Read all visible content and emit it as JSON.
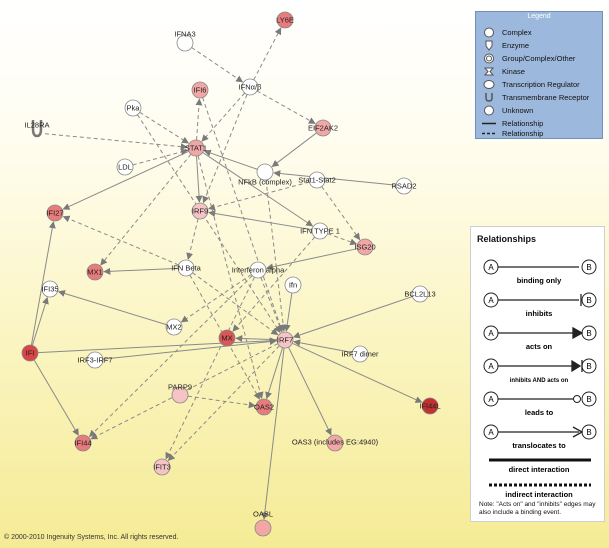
{
  "nodes": [
    {
      "id": "IFNA3",
      "label": "IFNA3",
      "shape": "circle",
      "fill": "#ffffff"
    },
    {
      "id": "LY6E",
      "label": "LY6E",
      "shape": "circle",
      "fill": "#e87b7b"
    },
    {
      "id": "IFI6",
      "label": "IFI6",
      "shape": "circle",
      "fill": "#f2a7a7"
    },
    {
      "id": "IFNa3",
      "label": "IFNα/β",
      "shape": "circle",
      "fill": "#ffffff"
    },
    {
      "id": "Pka",
      "label": "Pka",
      "shape": "circle",
      "fill": "#ffffff"
    },
    {
      "id": "IL28RA",
      "label": "IL28RA",
      "shape": "receptor",
      "fill": "#ffffff"
    },
    {
      "id": "STAT1",
      "label": "STAT1",
      "shape": "circle",
      "fill": "#f2a7a7"
    },
    {
      "id": "EIF2AK2",
      "label": "EIF2AK2",
      "shape": "circle",
      "fill": "#f2a7a7"
    },
    {
      "id": "LDL",
      "label": "LDL",
      "shape": "circle",
      "fill": "#ffffff"
    },
    {
      "id": "NFKB",
      "label": "NFkB (complex)",
      "shape": "circle",
      "fill": "#ffffff"
    },
    {
      "id": "STAT12",
      "label": "Stat1-Stat2",
      "shape": "circle",
      "fill": "#ffffff"
    },
    {
      "id": "RSAD2",
      "label": "RSAD2",
      "shape": "circle",
      "fill": "#ffffff"
    },
    {
      "id": "IFI27",
      "label": "IFI27",
      "shape": "circle",
      "fill": "#e87b7b"
    },
    {
      "id": "IRF9",
      "label": "IRF9",
      "shape": "circle",
      "fill": "#f6c4c4"
    },
    {
      "id": "IFNT1",
      "label": "IFN TYPE 1",
      "shape": "circle",
      "fill": "#ffffff"
    },
    {
      "id": "ISG20",
      "label": "ISG20",
      "shape": "circle",
      "fill": "#f2a7a7"
    },
    {
      "id": "MX1",
      "label": "MX1",
      "shape": "circle",
      "fill": "#e87b7b"
    },
    {
      "id": "IFNB",
      "label": "IFN Beta",
      "shape": "circle",
      "fill": "#ffffff"
    },
    {
      "id": "IFNA",
      "label": "Interferon alpha",
      "shape": "circle",
      "fill": "#ffffff"
    },
    {
      "id": "IFI35",
      "label": "IFI35",
      "shape": "circle",
      "fill": "#ffffff"
    },
    {
      "id": "Ifn",
      "label": "Ifn",
      "shape": "circle",
      "fill": "#ffffff"
    },
    {
      "id": "BCL2L13",
      "label": "BCL2L13",
      "shape": "circle",
      "fill": "#ffffff"
    },
    {
      "id": "MX2",
      "label": "MX2",
      "shape": "circle",
      "fill": "#ffffff"
    },
    {
      "id": "MX",
      "label": "MX",
      "shape": "circle",
      "fill": "#d95757"
    },
    {
      "id": "IRF7",
      "label": "IRF7",
      "shape": "circle",
      "fill": "#f6c4c4"
    },
    {
      "id": "IFI",
      "label": "IFI",
      "shape": "circle",
      "fill": "#d94444"
    },
    {
      "id": "IRF37",
      "label": "IRF3-IRF7",
      "shape": "circle",
      "fill": "#ffffff"
    },
    {
      "id": "IRF7d",
      "label": "IRF7 dimer",
      "shape": "circle",
      "fill": "#ffffff"
    },
    {
      "id": "PARP9",
      "label": "PARP9",
      "shape": "circle",
      "fill": "#f6c4c4"
    },
    {
      "id": "OAS2",
      "label": "OAS2",
      "shape": "circle",
      "fill": "#e87b7b"
    },
    {
      "id": "IFI44L",
      "label": "IFI44L",
      "shape": "circle",
      "fill": "#c43030"
    },
    {
      "id": "OAS3",
      "label": "OAS3 (includes EG:4940)",
      "shape": "circle",
      "fill": "#f2a7a7"
    },
    {
      "id": "IFI44",
      "label": "IFI44",
      "shape": "circle",
      "fill": "#e87b7b"
    },
    {
      "id": "IFIT3",
      "label": "IFIT3",
      "shape": "circle",
      "fill": "#f6c4c4"
    },
    {
      "id": "OASL",
      "label": "OASL",
      "shape": "circle",
      "fill": "#f2a7a7"
    }
  ],
  "edges": [
    {
      "source": "STAT1",
      "target": "IFI6",
      "type": "indirect"
    },
    {
      "source": "IFNa3",
      "target": "LY6E",
      "type": "indirect"
    },
    {
      "source": "Pka",
      "target": "STAT1",
      "type": "indirect"
    },
    {
      "source": "IFNa3",
      "target": "STAT1",
      "type": "indirect"
    },
    {
      "source": "IFNa3",
      "target": "EIF2AK2",
      "type": "indirect"
    },
    {
      "source": "STAT1",
      "target": "IFI27",
      "type": "direct"
    },
    {
      "source": "NFKB",
      "target": "STAT1",
      "type": "direct"
    },
    {
      "source": "STAT1",
      "target": "IRF9",
      "type": "direct"
    },
    {
      "source": "STAT12",
      "target": "ISG20",
      "type": "indirect"
    },
    {
      "source": "STAT1",
      "target": "MX1",
      "type": "indirect"
    },
    {
      "source": "IFNT1",
      "target": "ISG20",
      "type": "indirect"
    },
    {
      "source": "IFNA",
      "target": "IRF7",
      "type": "indirect"
    },
    {
      "source": "IFNB",
      "target": "IRF7",
      "type": "indirect"
    },
    {
      "source": "IRF7",
      "target": "OAS2",
      "type": "direct"
    },
    {
      "source": "IRF7",
      "target": "OAS3",
      "type": "direct"
    },
    {
      "source": "IRF7",
      "target": "OASL",
      "type": "direct"
    },
    {
      "source": "IRF7",
      "target": "IFIT3",
      "type": "indirect"
    },
    {
      "source": "IRF7",
      "target": "IFI44",
      "type": "indirect"
    },
    {
      "source": "IRF7",
      "target": "IFI44L",
      "type": "direct"
    },
    {
      "source": "IRF7",
      "target": "MX",
      "type": "direct"
    },
    {
      "source": "IRF7d",
      "target": "IRF7",
      "type": "direct"
    },
    {
      "source": "BCL2L13",
      "target": "IRF7",
      "type": "direct"
    },
    {
      "source": "IFI",
      "target": "IFI44",
      "type": "direct"
    },
    {
      "source": "IFI",
      "target": "IFI35",
      "type": "direct"
    },
    {
      "source": "IFI",
      "target": "IRF7",
      "type": "direct"
    },
    {
      "source": "IFI",
      "target": "IFI27",
      "type": "direct"
    },
    {
      "source": "Ifn",
      "target": "IRF7",
      "type": "direct"
    },
    {
      "source": "IFNA",
      "target": "MX2",
      "type": "indirect"
    },
    {
      "source": "IFNB",
      "target": "MX1",
      "type": "direct"
    },
    {
      "source": "STAT1",
      "target": "IFNT1",
      "type": "direct"
    },
    {
      "source": "IFNT1",
      "target": "IRF9",
      "type": "direct"
    },
    {
      "source": "RSAD2",
      "target": "NFKB",
      "type": "direct"
    },
    {
      "source": "EIF2AK2",
      "target": "NFKB",
      "type": "direct"
    },
    {
      "source": "LDL",
      "target": "STAT1",
      "type": "indirect"
    },
    {
      "source": "IFNA3",
      "target": "IFNa3",
      "type": "indirect"
    },
    {
      "source": "IL28RA",
      "target": "STAT1",
      "type": "indirect"
    },
    {
      "source": "PARP9",
      "target": "OAS2",
      "type": "indirect"
    },
    {
      "source": "MX2",
      "target": "IFI35",
      "type": "direct"
    },
    {
      "source": "IRF37",
      "target": "IRF7",
      "type": "direct"
    },
    {
      "source": "IFNB",
      "target": "OAS2",
      "type": "indirect"
    },
    {
      "source": "IFNA",
      "target": "IFIT3",
      "type": "indirect"
    },
    {
      "source": "ISG20",
      "target": "IFNA",
      "type": "direct"
    },
    {
      "source": "IRF9",
      "target": "IFNB",
      "type": "indirect"
    },
    {
      "source": "IFNB",
      "target": "IFI27",
      "type": "indirect"
    },
    {
      "source": "STAT12",
      "target": "IRF9",
      "type": "indirect"
    },
    {
      "source": "IFNa3",
      "target": "IRF9",
      "type": "indirect"
    },
    {
      "source": "IFI6",
      "target": "IRF7",
      "type": "indirect"
    },
    {
      "source": "Pka",
      "target": "IRF7",
      "type": "indirect"
    },
    {
      "source": "NFKB",
      "target": "IRF7",
      "type": "indirect"
    },
    {
      "source": "STAT1",
      "target": "OAS2",
      "type": "indirect"
    },
    {
      "source": "IFNT1",
      "target": "MX",
      "type": "indirect"
    },
    {
      "source": "IFNA",
      "target": "IFI44",
      "type": "indirect"
    }
  ],
  "legend": {
    "title": "Legend",
    "items": [
      {
        "label": "Complex",
        "icon": "complex-icon"
      },
      {
        "label": "Enzyme",
        "icon": "enzyme-icon"
      },
      {
        "label": "Group/Complex/Other",
        "icon": "group-icon"
      },
      {
        "label": "Kinase",
        "icon": "kinase-icon"
      },
      {
        "label": "Transcription Regulator",
        "icon": "transcription-regulator-icon"
      },
      {
        "label": "Transmembrane Receptor",
        "icon": "transmembrane-receptor-icon"
      },
      {
        "label": "Unknown",
        "icon": "unknown-icon"
      },
      {
        "label": "Relationship",
        "icon": "solid-line-icon"
      },
      {
        "label": "Relationship",
        "icon": "dashed-line-icon"
      }
    ]
  },
  "relationships": {
    "title": "Relationships",
    "node_a": "A",
    "node_b": "B",
    "items": [
      {
        "label": "binding only",
        "end": "none"
      },
      {
        "label": "inhibits",
        "end": "bar"
      },
      {
        "label": "acts on",
        "end": "arrow"
      },
      {
        "label": "inhibits AND acts on",
        "end": "arrowbar"
      },
      {
        "label": "leads to",
        "end": "circle"
      },
      {
        "label": "translocates to",
        "end": "open-arrow"
      }
    ],
    "direct_label": "direct interaction",
    "indirect_label": "indirect interaction",
    "note": "Note: \"Acts on\" and \"inhibits\" edges may also include a binding event."
  },
  "copyright": "© 2000-2010 Ingenuity Systems, Inc. All rights reserved."
}
